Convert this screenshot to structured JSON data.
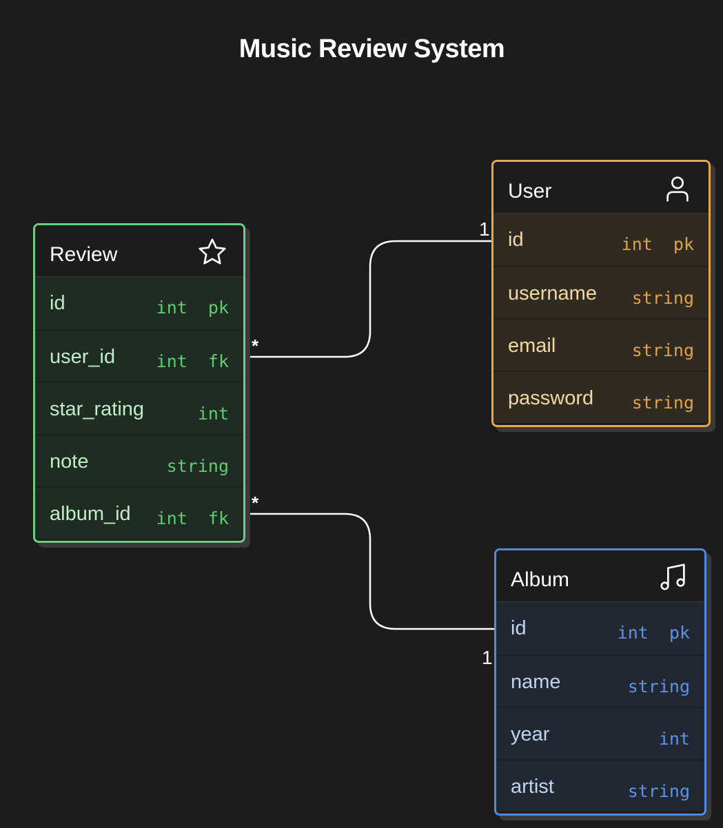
{
  "diagram": {
    "title": "Music Review System",
    "entities": {
      "review": {
        "name": "Review",
        "icon": "star-icon",
        "color": "#6ccf7f",
        "fields": [
          {
            "name": "id",
            "type": "int  pk"
          },
          {
            "name": "user_id",
            "type": "int  fk"
          },
          {
            "name": "star_rating",
            "type": "int"
          },
          {
            "name": "note",
            "type": "string"
          },
          {
            "name": "album_id",
            "type": "int  fk"
          }
        ]
      },
      "user": {
        "name": "User",
        "icon": "person-icon",
        "color": "#e8a846",
        "fields": [
          {
            "name": "id",
            "type": "int  pk"
          },
          {
            "name": "username",
            "type": "string"
          },
          {
            "name": "email",
            "type": "string"
          },
          {
            "name": "password",
            "type": "string"
          }
        ]
      },
      "album": {
        "name": "Album",
        "icon": "music-note-icon",
        "color": "#4f8ae3",
        "fields": [
          {
            "name": "id",
            "type": "int  pk"
          },
          {
            "name": "name",
            "type": "string"
          },
          {
            "name": "year",
            "type": "int"
          },
          {
            "name": "artist",
            "type": "string"
          }
        ]
      }
    },
    "relationships": [
      {
        "from": "review.user_id",
        "to": "user.id",
        "from_card": "*",
        "to_card": "1"
      },
      {
        "from": "review.album_id",
        "to": "album.id",
        "from_card": "*",
        "to_card": "1"
      }
    ]
  }
}
